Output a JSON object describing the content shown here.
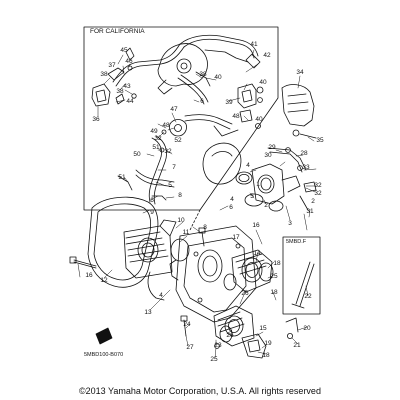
{
  "diagram": {
    "california_label": "FOR CALIFORNIA",
    "variant_label": "5MBD.F",
    "diagram_code": "5MBD100-B070",
    "copyright": "©2013 Yamaha Motor Corporation, U.S.A. All rights reserved",
    "callouts": {
      "c1": "1",
      "c2": "2",
      "c3": "3",
      "c4": "4",
      "c5": "5",
      "c6": "6",
      "c7": "7",
      "c8": "8",
      "c9": "9",
      "c10": "10",
      "c11": "11",
      "c12": "12",
      "c13": "13",
      "c14": "14",
      "c15": "15",
      "c16": "16",
      "c17": "17",
      "c18": "18",
      "c19": "19",
      "c20": "20",
      "c21": "21",
      "c22": "22",
      "c23": "23",
      "c24": "24",
      "c25": "25",
      "c26": "26",
      "c27": "27",
      "c28": "28",
      "c29": "29",
      "c30": "30",
      "c31": "31",
      "c32": "32",
      "c33": "33",
      "c34": "34",
      "c35": "35",
      "c36": "36",
      "c37": "37",
      "c38": "38",
      "c39": "39",
      "c40": "40",
      "c41": "41",
      "c42": "42",
      "c43": "43",
      "c44": "44",
      "c45": "45",
      "c46": "46",
      "c47": "47",
      "c48": "48",
      "c49": "49",
      "c50": "50",
      "c51": "51",
      "c52": "52",
      "c4b": "4",
      "c5b": "5",
      "c6b": "6",
      "c6c": "6",
      "c8b": "8",
      "c32b": "32",
      "c38b": "38",
      "c40b": "40"
    }
  }
}
